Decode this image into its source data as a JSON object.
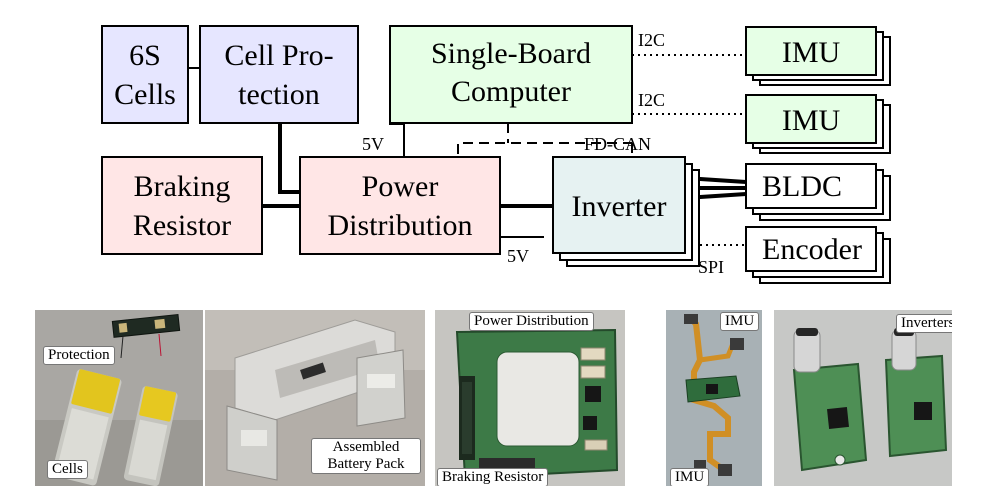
{
  "diagram": {
    "blocks": {
      "cells": [
        "6S",
        "Cells"
      ],
      "cell_protection": [
        "Cell Pro-",
        "tection"
      ],
      "sbc": [
        "Single-Board",
        "Computer"
      ],
      "imu_top": "IMU",
      "imu_bottom": "IMU",
      "braking_resistor": [
        "Braking",
        "Resistor"
      ],
      "power_distribution": [
        "Power",
        "Distribution"
      ],
      "inverter": "Inverter",
      "bldc": "BLDC",
      "encoder": "Encoder"
    },
    "bus_labels": {
      "i2c_top": "I2C",
      "i2c_bottom": "I2C",
      "five_v_top": "5V",
      "fd_can": "FD-CAN",
      "five_v_bottom": "5V",
      "spi": "SPI"
    },
    "colors": {
      "battery_fill": "#e6e6ff",
      "sbc_fill": "#e6ffe6",
      "power_fill": "#ffe6e6",
      "inverter_fill": "#e6f2f2",
      "white_fill": "#ffffff"
    }
  },
  "photos": {
    "battery_parts": {
      "protection": "Protection",
      "cells": "Cells"
    },
    "battery_pack": {
      "label": [
        "Assembled",
        "Battery Pack"
      ]
    },
    "power_board": {
      "title": "Power Distribution",
      "resistor": "Braking Resistor"
    },
    "imu_flex": {
      "imu_top": "IMU",
      "imu_bottom": "IMU"
    },
    "inverters": {
      "label": "Inverters"
    }
  }
}
